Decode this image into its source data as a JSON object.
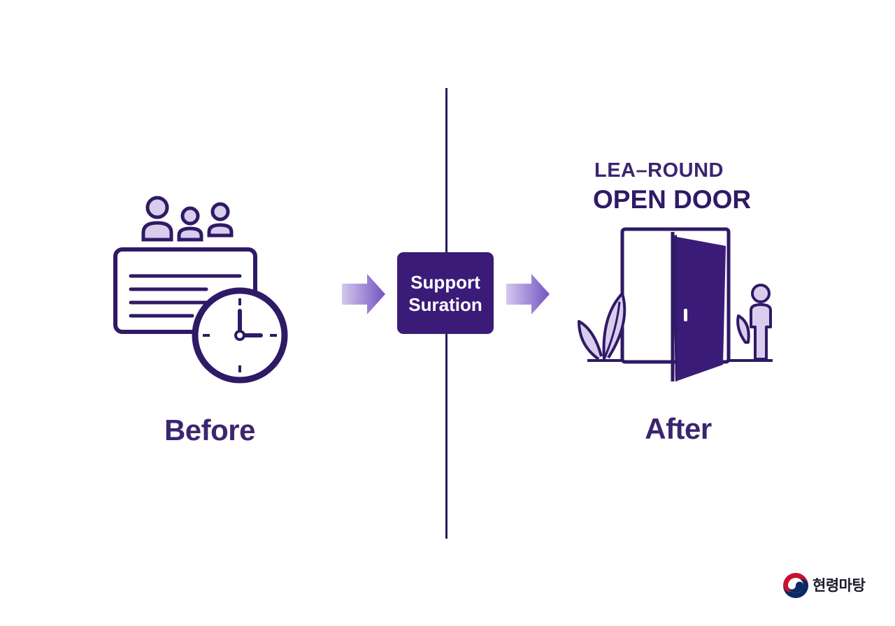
{
  "before": {
    "label": "Before"
  },
  "center": {
    "line1": "Support",
    "line2": "Suration"
  },
  "after": {
    "label": "After",
    "heading_small": "LEA–ROUND",
    "heading_large": "OPEN DOOR"
  },
  "logo": {
    "text": "현령마탕"
  },
  "colors": {
    "primary": "#2e1a66",
    "box": "#3a1c78",
    "light_purple": "#d9cdee",
    "arrow_start": "#cfc2ea",
    "arrow_end": "#7c5cc4"
  },
  "icons": [
    "people-icon",
    "document-icon",
    "clock-icon",
    "right-arrow-icon",
    "door-icon",
    "plant-icon",
    "person-icon",
    "emblem-icon"
  ]
}
